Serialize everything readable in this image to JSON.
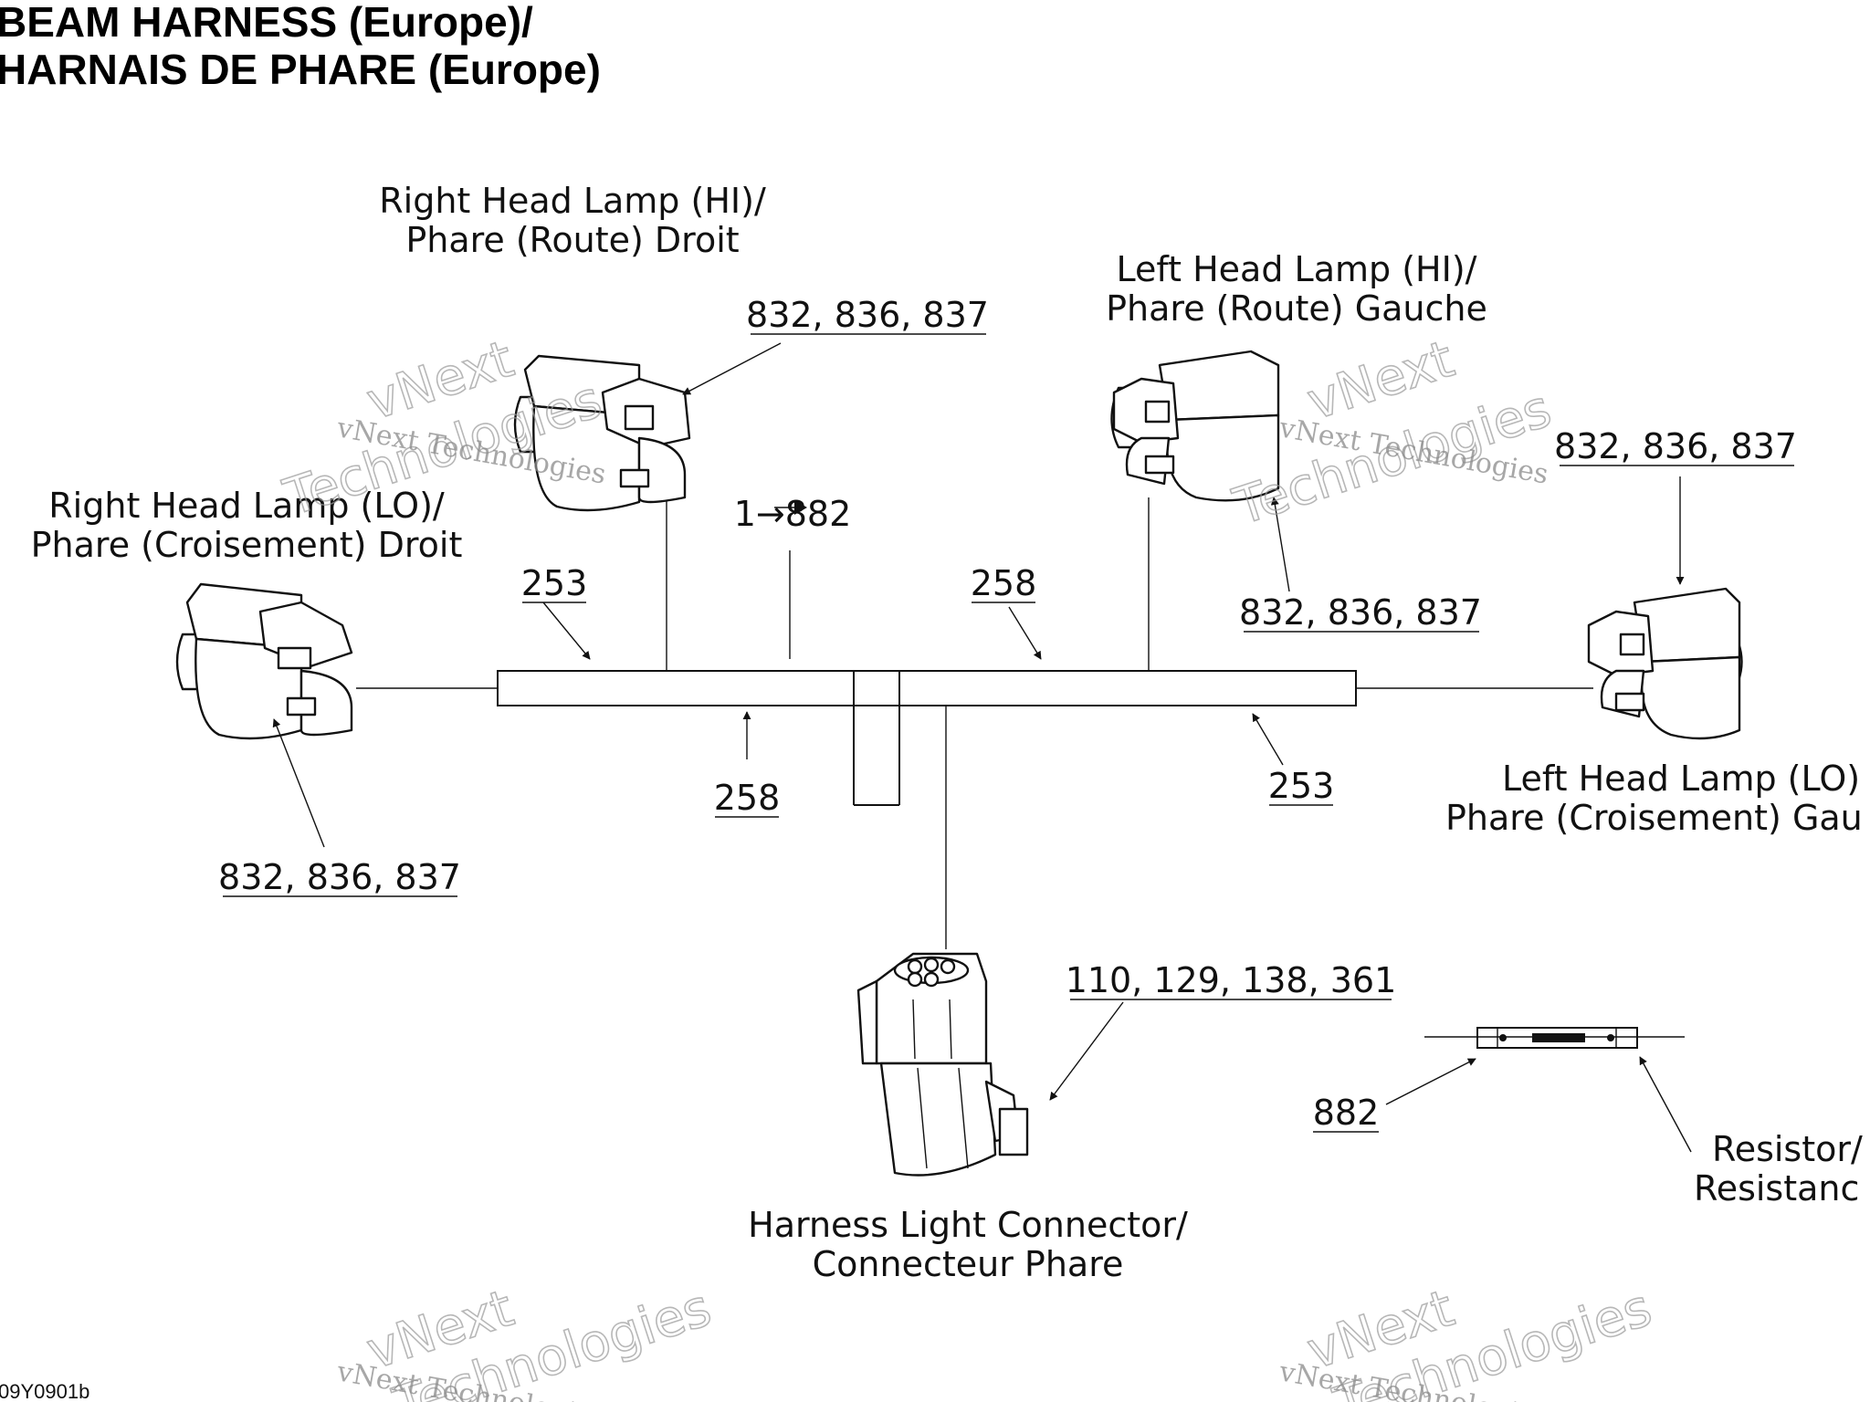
{
  "title": {
    "line1": "BEAM HARNESS (Europe)/",
    "line2": "HARNAIS DE PHARE (Europe)"
  },
  "labels": {
    "right_hi_1": "Right Head Lamp (HI)/",
    "right_hi_2": "Phare (Route) Droit",
    "left_hi_1": "Left Head Lamp (HI)/",
    "left_hi_2": "Phare (Route) Gauche",
    "right_lo_1": "Right Head Lamp (LO)/",
    "right_lo_2": "Phare (Croisement) Droit",
    "left_lo_1": "Left Head Lamp (LO)",
    "left_lo_2": "Phare (Croisement) Gau",
    "connector_1": "Harness Light Connector/",
    "connector_2": "Connecteur Phare",
    "resistor_1": "Resistor/",
    "resistor_2": "Resistanc"
  },
  "refs": {
    "right_hi": "832, 836, 837",
    "left_hi_top": "832, 836, 837",
    "left_hi_bottom": "832, 836, 837",
    "right_lo": "832, 836, 837",
    "center_top": "1→882",
    "r253_left": "253",
    "r258_right": "258",
    "r258_bottom": "258",
    "r253_bottom": "253",
    "connector": "110, 129, 138, 361",
    "resistor": "882"
  },
  "footer_code": "09Y0901b",
  "watermark": {
    "line1": "vNext Technologies",
    "line2": "vNext",
    "line3": "Technologies"
  }
}
